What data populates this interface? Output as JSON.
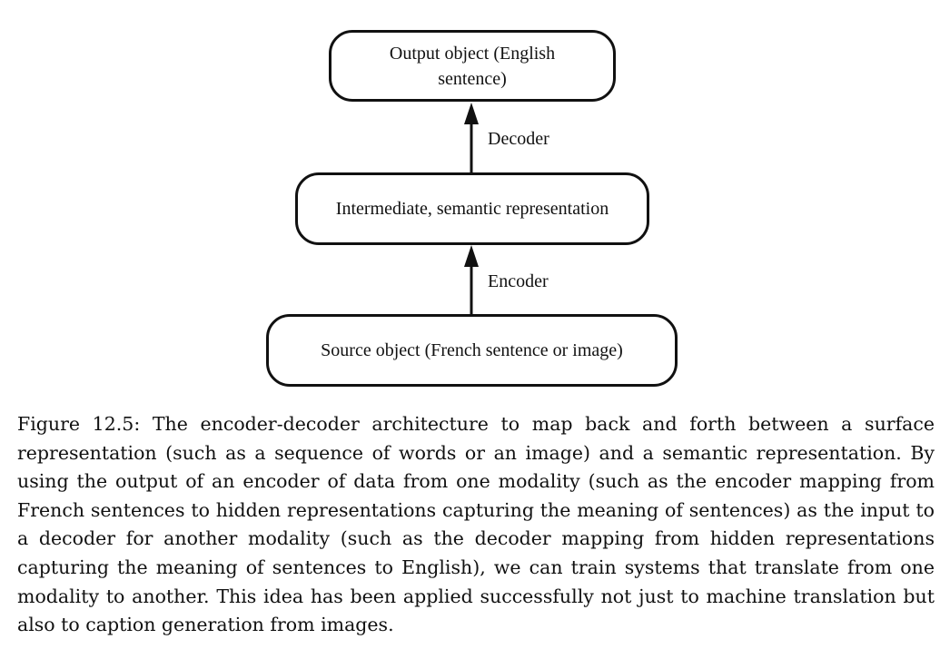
{
  "diagram": {
    "nodes": {
      "output": "Output object (English sentence)",
      "intermediate": "Intermediate, semantic representation",
      "source": "Source object (French sentence or image)"
    },
    "edges": {
      "decoder": "Decoder",
      "encoder": "Encoder"
    }
  },
  "caption": "Figure 12.5: The encoder-decoder architecture to map back and forth between a surface representation (such as a sequence of words or an image) and a semantic representation. By using the output of an encoder of data from one modality (such as the encoder mapping from French sentences to hidden representations capturing the meaning of sentences) as the input to a decoder for another modality (such as the decoder mapping from hidden representations capturing the meaning of sentences to English), we can train systems that translate from one modality to another. This idea has been applied successfully not just to machine translation but also to caption generation from images."
}
